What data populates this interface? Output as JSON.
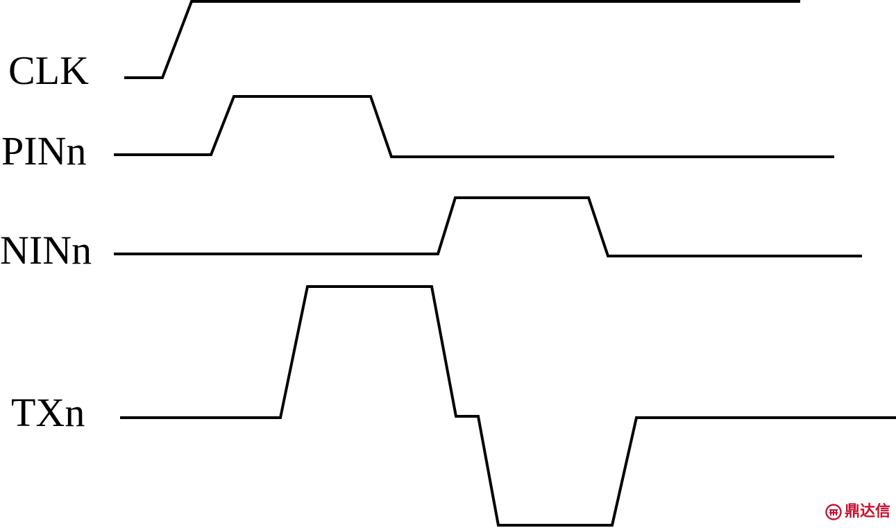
{
  "signals": [
    {
      "id": "clk",
      "label": "CLK"
    },
    {
      "id": "pinn",
      "label": "PINn"
    },
    {
      "id": "ninn",
      "label": "NINn"
    },
    {
      "id": "txn",
      "label": "TXn"
    }
  ],
  "watermark": {
    "text": "鼎达信",
    "color": "#c8102e"
  },
  "colors": {
    "line": "#000000",
    "background": "#ffffff"
  }
}
